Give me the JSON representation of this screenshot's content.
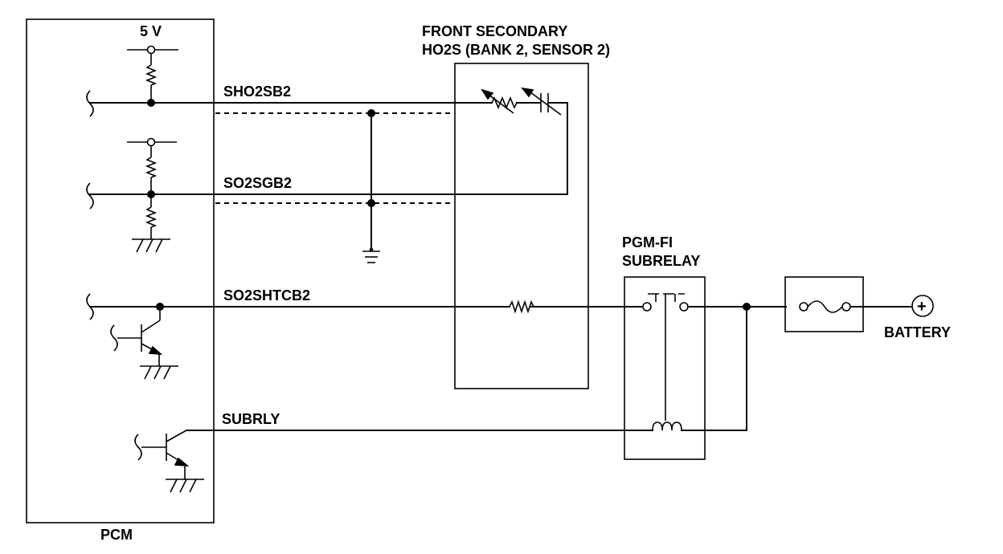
{
  "labels": {
    "supply_5v": "5 V",
    "sensor_title_1": "FRONT SECONDARY",
    "sensor_title_2": "HO2S (BANK 2, SENSOR 2)",
    "sig_sho2sb2": "SHO2SB2",
    "sig_so2sgb2": "SO2SGB2",
    "sig_so2shtcb2": "SO2SHTCB2",
    "sig_subrly": "SUBRLY",
    "relay_title_1": "PGM-FI",
    "relay_title_2": "SUBRELAY",
    "battery": "BATTERY",
    "pcm": "PCM",
    "plus": "+"
  },
  "icons": [
    "resistor-icon",
    "variable-resistor-icon",
    "variable-capacitor-icon",
    "ground-icon",
    "transistor-icon",
    "relay-switch-icon",
    "relay-coil-icon",
    "fuse-icon",
    "battery-terminal-icon",
    "connector-icon"
  ]
}
